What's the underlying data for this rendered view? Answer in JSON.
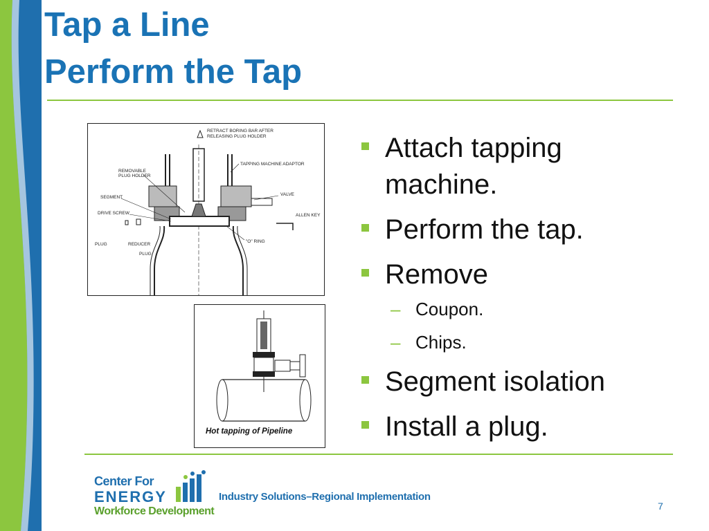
{
  "slide": {
    "title_line_1": "Tap a Line",
    "title_line_2": "Perform the Tap",
    "page_number": "7"
  },
  "colors": {
    "title_blue": "#1a73b5",
    "band_blue": "#1f6fae",
    "band_accent_green": "#8cc63f",
    "bullet_green": "#8cc63f"
  },
  "diagram_1": {
    "labels": {
      "retract": "RETRACT BORING BAR AFTER",
      "retract_2": "RELEASING PLUG HOLDER",
      "adaptor": "TAPPING MACHINE ADAPTOR",
      "removable": "REMOVABLE",
      "plug_holder": "PLUG HOLDER",
      "valve": "VALVE",
      "segment": "SEGMENT",
      "drive_screw": "DRIVE SCREW",
      "allen_key": "ALLEN KEY",
      "plug_left": "PLUG",
      "reducer": "REDUCER",
      "o_ring": "\"O\" RING",
      "plug_bottom": "PLUG"
    }
  },
  "diagram_2": {
    "caption": "Hot tapping of Pipeline"
  },
  "bullets": [
    {
      "text": "Attach tapping machine."
    },
    {
      "text": "Perform the tap."
    },
    {
      "text": "Remove",
      "sub": [
        "Coupon.",
        "Chips."
      ]
    },
    {
      "text": "Segment isolation"
    },
    {
      "text": "Install a plug."
    }
  ],
  "footer": {
    "logo_line_1": "Center For",
    "logo_line_2": "ENERGY",
    "logo_line_3": "Workforce Development",
    "tagline": "Industry Solutions–Regional Implementation"
  }
}
